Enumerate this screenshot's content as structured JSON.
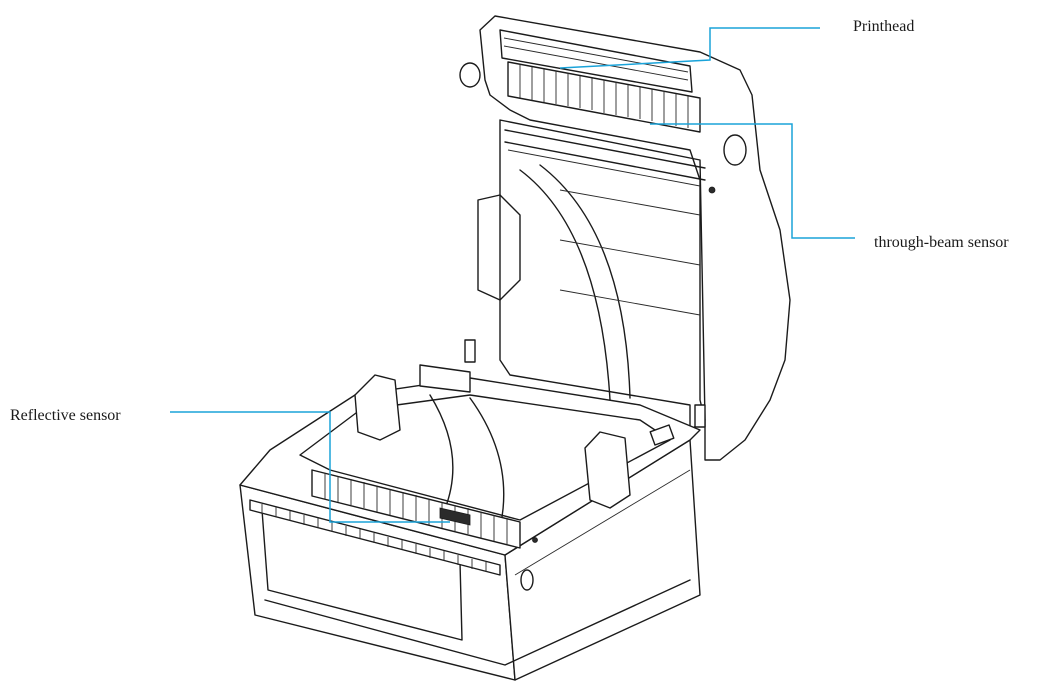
{
  "callouts": {
    "printhead": "Printhead",
    "through_beam": "through-beam sensor",
    "reflective": "Reflective sensor"
  },
  "colors": {
    "leader_line": "#1aa3d9",
    "line_art": "#1b1b1b",
    "background": "#ffffff"
  }
}
